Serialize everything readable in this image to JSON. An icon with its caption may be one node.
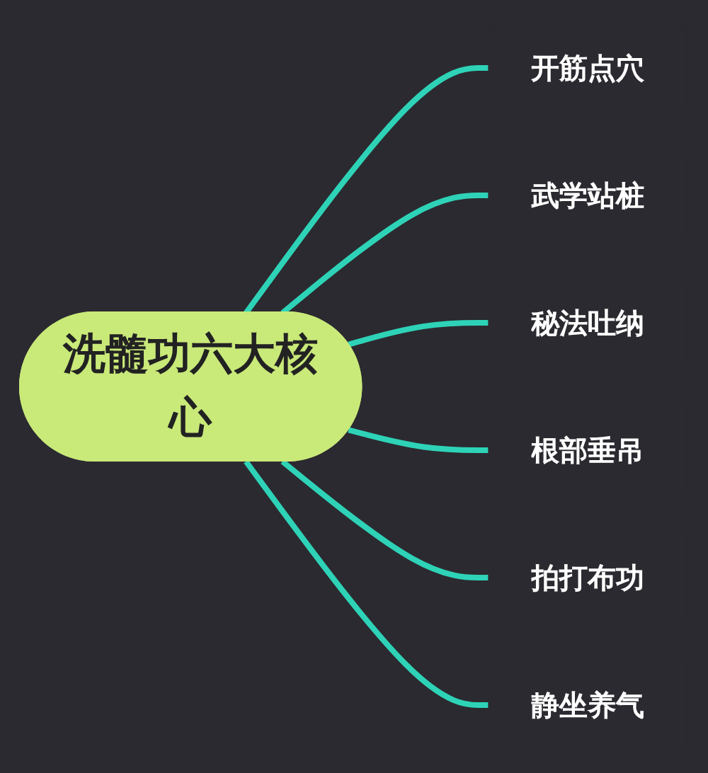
{
  "diagram": {
    "nodes": [
      {
        "text": [
          "洗髓功六大核心"
        ]
      },
      {
        "text": [
          "开筋点穴"
        ]
      },
      {
        "text": [
          "武学站桩"
        ]
      },
      {
        "text": [
          "秘法吐纳"
        ]
      },
      {
        "text": [
          "根部垂吊"
        ]
      },
      {
        "text": [
          "拍打布功"
        ]
      },
      {
        "text": [
          "静坐养气"
        ]
      }
    ],
    "edges": [
      {
        "from": 0,
        "to": 1,
        "arrow": "none"
      },
      {
        "from": 0,
        "to": 2,
        "arrow": "none"
      },
      {
        "from": 0,
        "to": 3,
        "arrow": "none"
      },
      {
        "from": 0,
        "to": 4,
        "arrow": "none"
      },
      {
        "from": 0,
        "to": 5,
        "arrow": "none"
      },
      {
        "from": 0,
        "to": 6,
        "arrow": "none"
      }
    ]
  }
}
